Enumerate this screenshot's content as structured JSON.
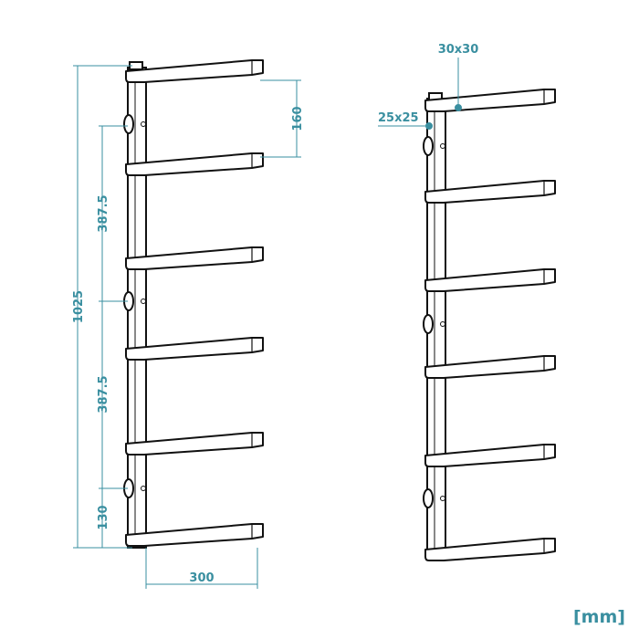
{
  "dimensions": {
    "total_height": "1025",
    "top_arm_spacing": "160",
    "upper_spacing": "387.5",
    "lower_spacing": "387.5",
    "bottom_offset": "130",
    "arm_length": "300",
    "arm_profile": "30x30",
    "upright_profile": "25x25"
  },
  "unit_label": "[mm]",
  "colors": {
    "dimension": "#3a8fa0",
    "line": "#111111"
  }
}
